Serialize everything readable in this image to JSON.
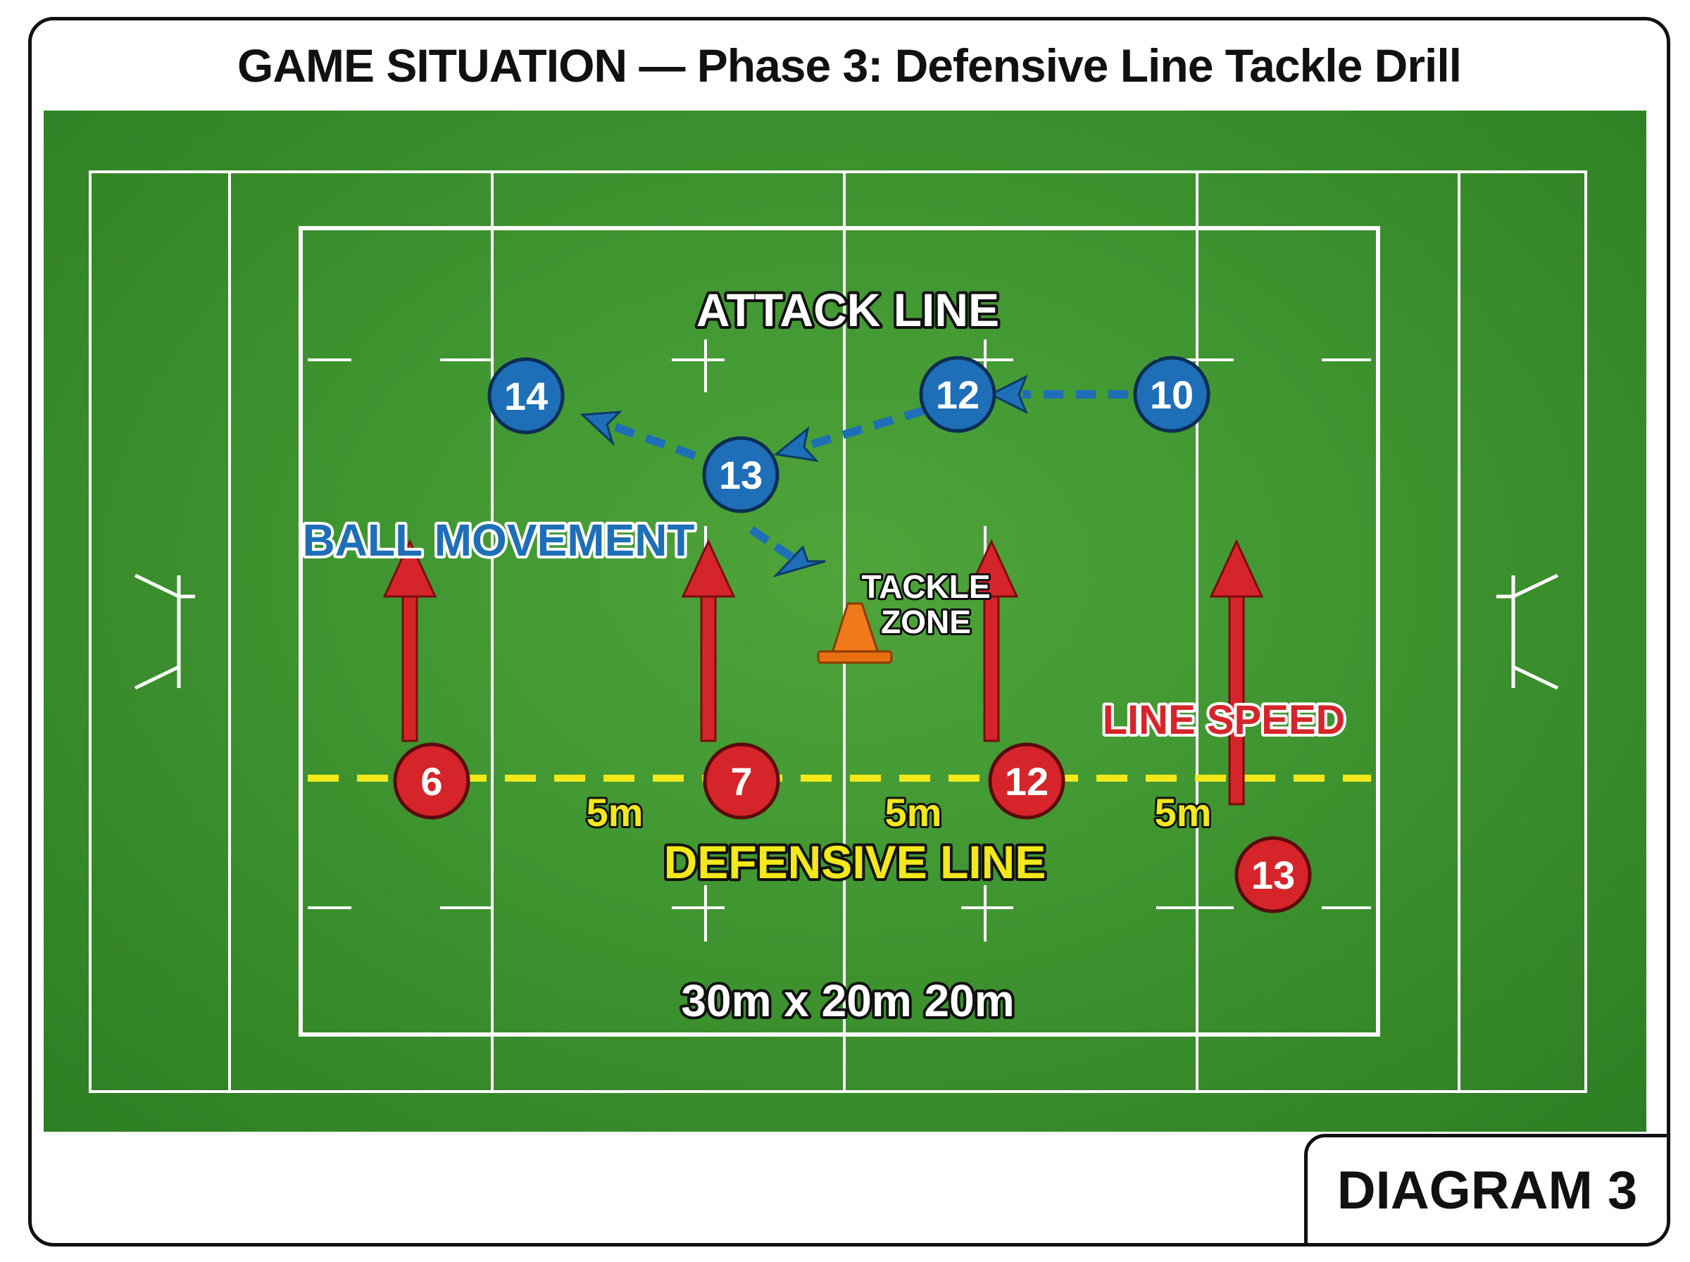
{
  "title": "GAME SITUATION — Phase 3: Defensive Line Tackle Drill",
  "badge": "DIAGRAM 3",
  "labels": {
    "attack_line": "ATTACK LINE",
    "ball_movement": "BALL MOVEMENT",
    "tackle_zone_1": "TACKLE",
    "tackle_zone_2": "ZONE",
    "line_speed": "LINE SPEED",
    "defensive_line": "DEFENSIVE LINE",
    "gap": "5m",
    "dimensions": "30m x 20m 20m"
  },
  "attackers": [
    "14",
    "13",
    "12",
    "10"
  ],
  "defenders": [
    "6",
    "7",
    "12",
    "13"
  ],
  "colors": {
    "grass": "#3f9530",
    "attack": "#1e6fb8",
    "defence": "#d6252a",
    "defensive_line": "#f2e81a",
    "cone": "#f07a1a"
  }
}
